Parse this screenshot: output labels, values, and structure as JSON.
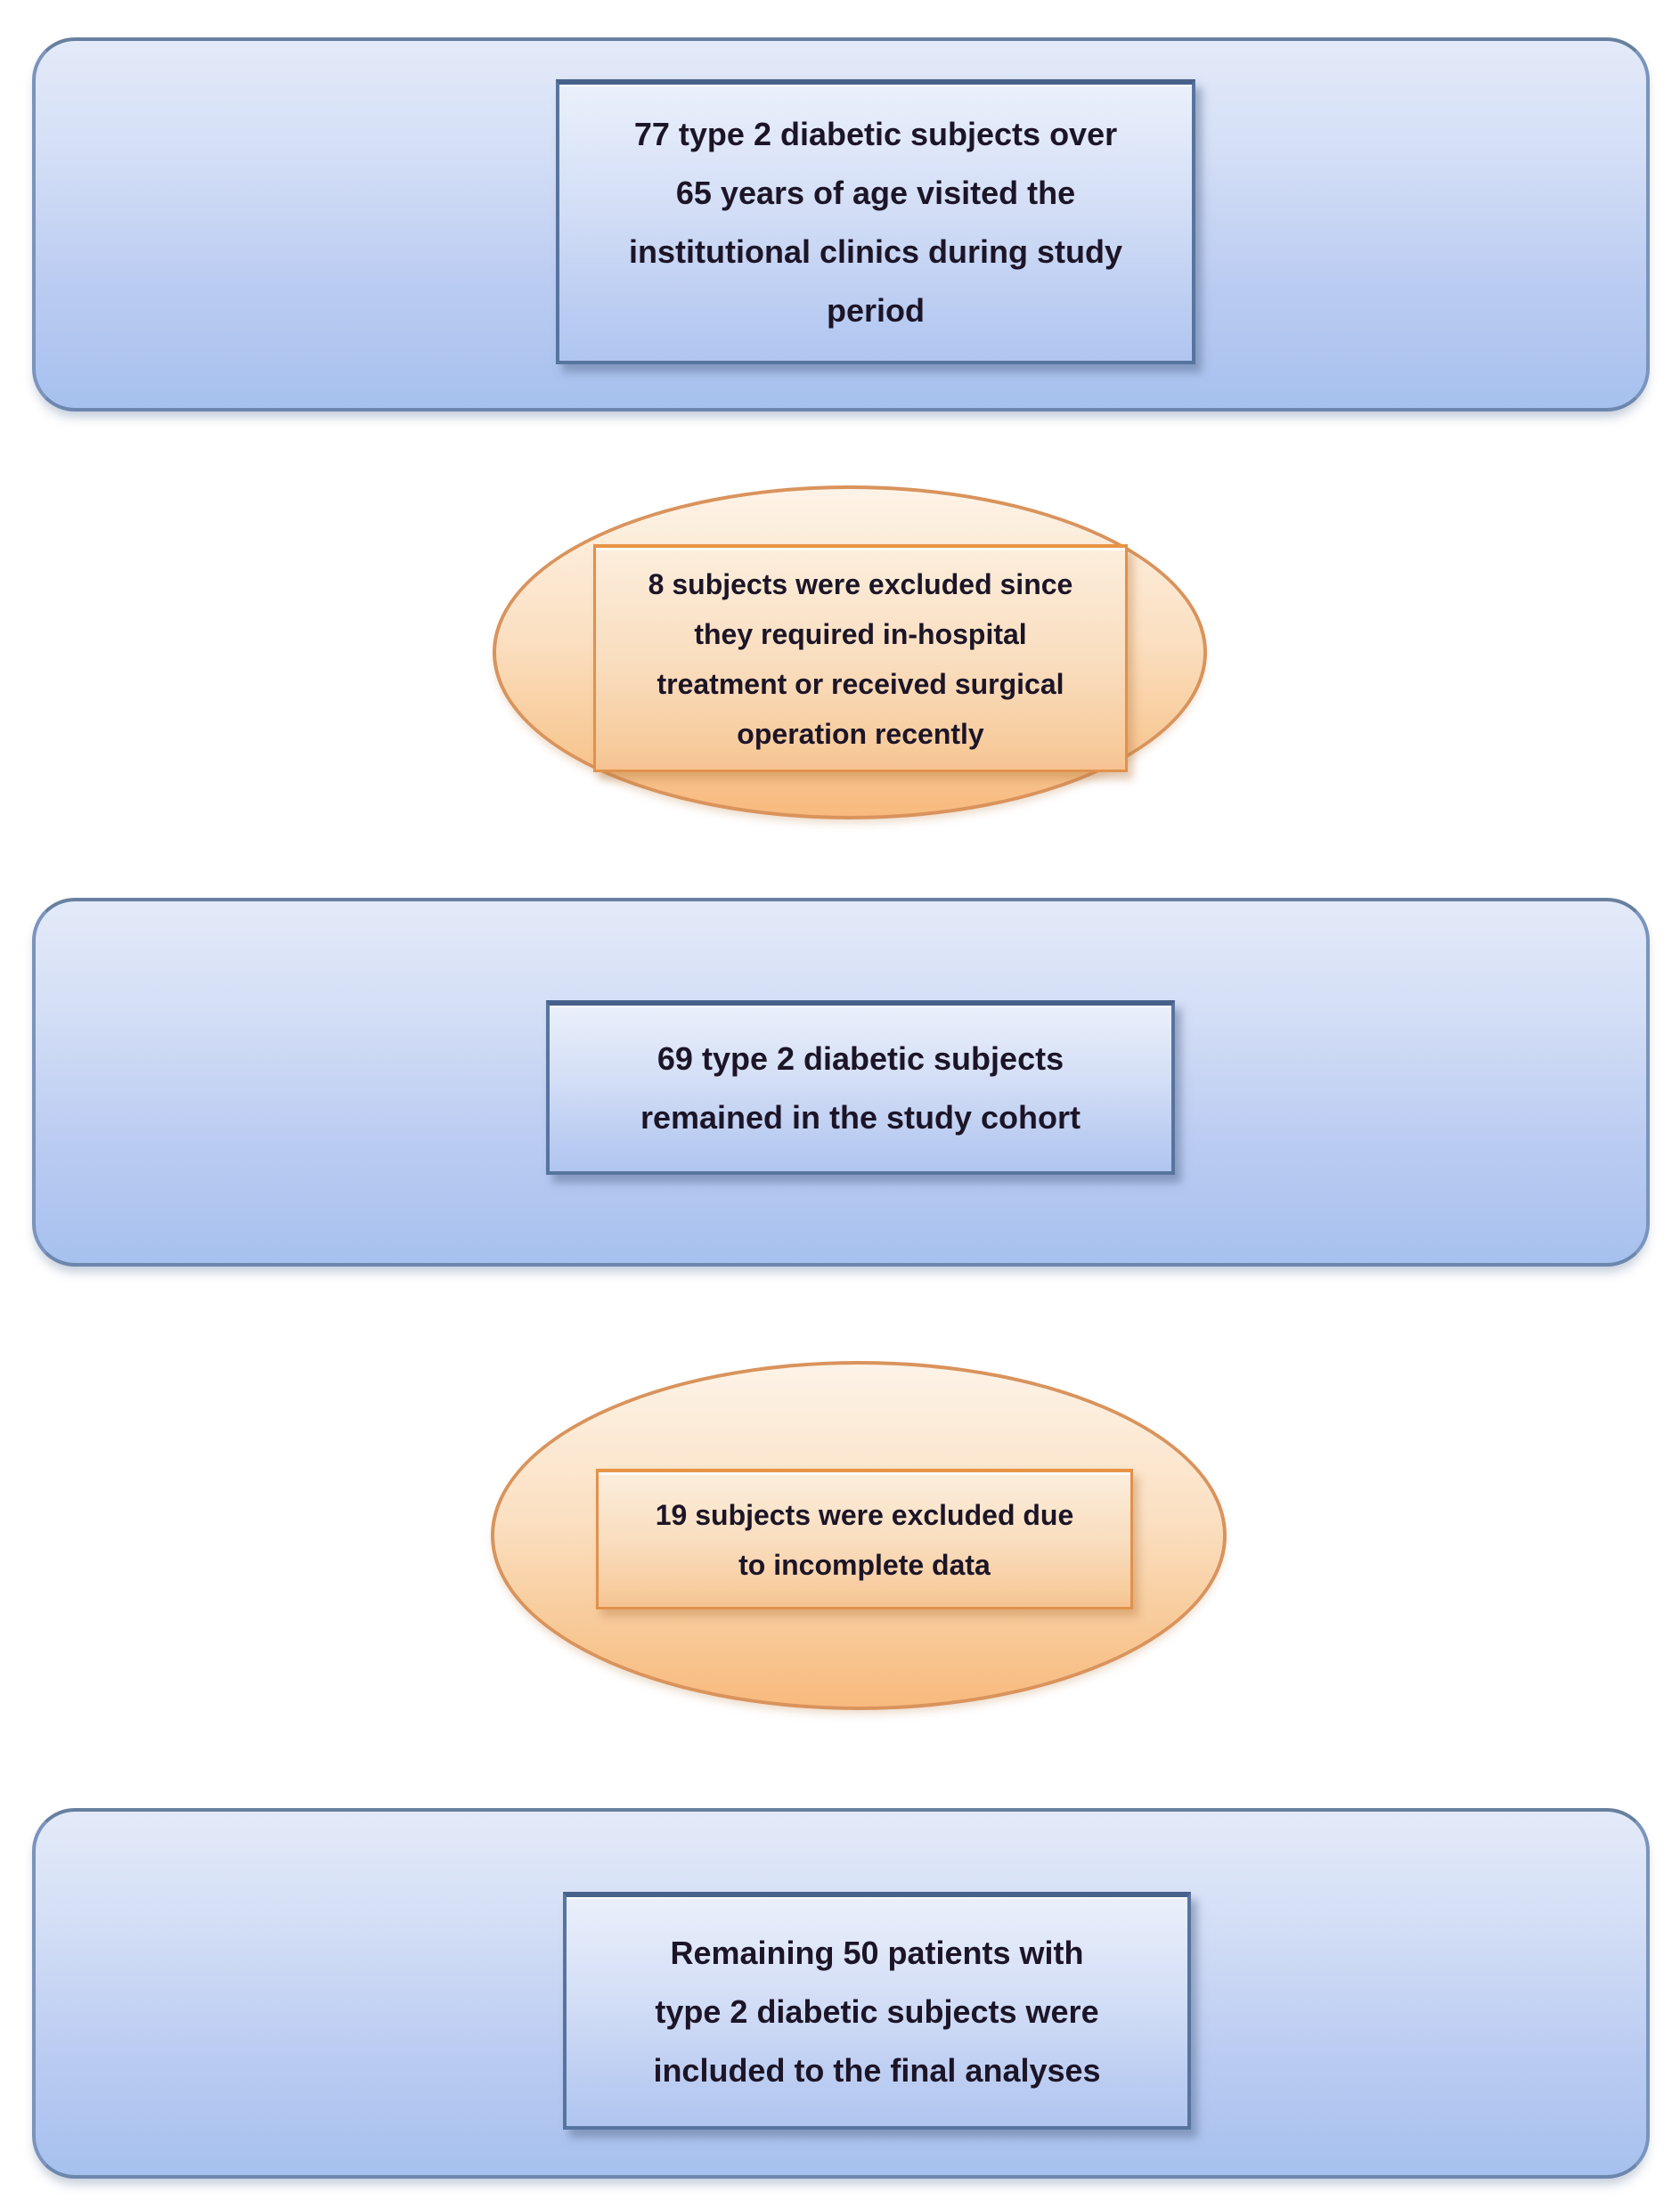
{
  "figure": {
    "type": "flowchart",
    "description": "Patient selection flow diagram",
    "background": "#ffffff",
    "colors": {
      "blue_fill_top": "#e3eaf9",
      "blue_fill_bottom": "#a6c1ee",
      "blue_border": "#7b94bd",
      "blue_inner_border": "#57749f",
      "orange_fill_top": "#fdf3e7",
      "orange_fill_bottom": "#f8ba7e",
      "orange_border": "#d9935c",
      "orange_inner_border": "#e1914c",
      "text": "#1c1527"
    },
    "nodes": [
      {
        "id": "enrolled",
        "shape": "rounded-rectangle",
        "scheme": "blue",
        "text": "77 type 2 diabetic subjects over 65 years of age visited the institutional clinics during study period",
        "lines": [
          "77 type 2 diabetic subjects over",
          "65 years of age visited the",
          "institutional clinics during study",
          "period"
        ]
      },
      {
        "id": "exclusion-1",
        "shape": "ellipse",
        "scheme": "orange",
        "text": "8 subjects were excluded since they required in-hospital treatment or received surgical operation recently",
        "lines": [
          "8 subjects were excluded since",
          "they required in-hospital",
          "treatment or received surgical",
          "operation recently"
        ]
      },
      {
        "id": "cohort",
        "shape": "rounded-rectangle",
        "scheme": "blue",
        "text": "69 type 2 diabetic subjects remained in the study cohort",
        "lines": [
          "69 type 2 diabetic subjects",
          "remained in the study cohort"
        ]
      },
      {
        "id": "exclusion-2",
        "shape": "ellipse",
        "scheme": "orange",
        "text": "19 subjects were excluded due to incomplete data",
        "lines": [
          "19 subjects were excluded due",
          "to incomplete data"
        ]
      },
      {
        "id": "final",
        "shape": "rounded-rectangle",
        "scheme": "blue",
        "text": "Remaining 50 patients with type 2 diabetic subjects were included to the final analyses",
        "lines": [
          "Remaining 50 patients with",
          "type 2 diabetic subjects were",
          "included to the final analyses"
        ]
      }
    ]
  }
}
